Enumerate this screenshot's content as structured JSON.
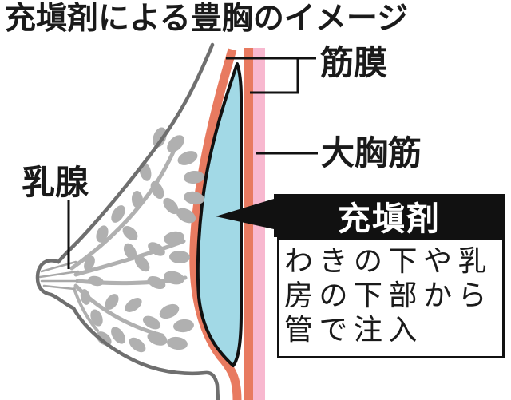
{
  "title": "充塡剤による豊胸のイメージ",
  "labels": {
    "fascia": "筋膜",
    "pectoral_muscle": "大胸筋",
    "mammary_gland": "乳腺"
  },
  "callout": {
    "heading": "充塡剤",
    "body_lines": [
      "わきの下や乳",
      "房の下部から",
      "管で注入"
    ]
  },
  "colors": {
    "filler_blue": "#a2d9e6",
    "fascia_salmon": "#e87a60",
    "muscle_pink": "#f8b8cf",
    "outline_gray": "#6f6f6f",
    "gland_gray": "#b0b0b0",
    "duct_gray": "#a8a8a8",
    "ink_black": "#111111"
  }
}
